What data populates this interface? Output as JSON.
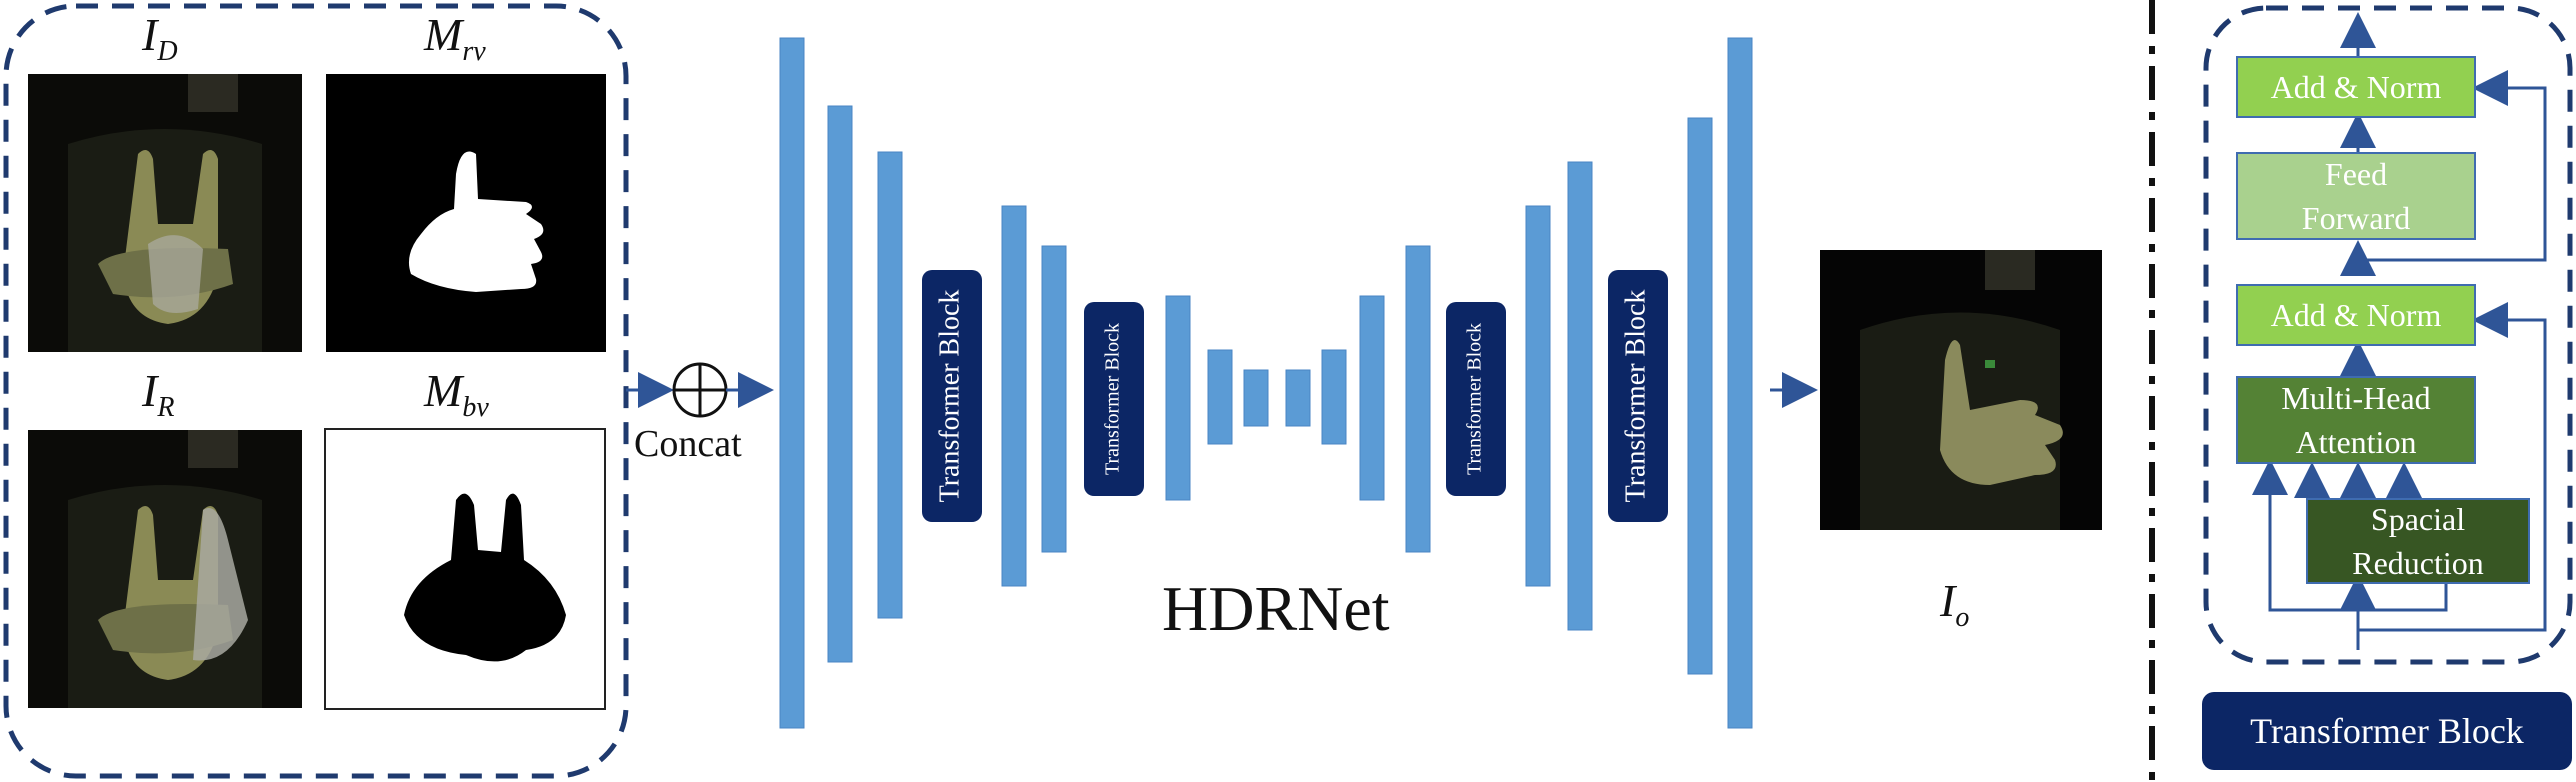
{
  "inputs": {
    "i_d": {
      "symbol": "I",
      "sub": "D"
    },
    "m_rv": {
      "symbol": "M",
      "sub": "rv"
    },
    "i_r": {
      "symbol": "I",
      "sub": "R"
    },
    "m_bv": {
      "symbol": "M",
      "sub": "bv"
    }
  },
  "concat_label": "Concat",
  "network_label": "HDRNet",
  "output": {
    "symbol": "I",
    "sub": "o"
  },
  "transformer_block_label": "Transformer Block",
  "detail": {
    "add_norm_top": "Add & Norm",
    "feed_forward_line1": "Feed",
    "feed_forward_line2": "Forward",
    "add_norm_bottom": "Add & Norm",
    "mha_line1": "Multi-Head",
    "mha_line2": "Attention",
    "sr_line1": "Spacial",
    "sr_line2": "Reduction"
  },
  "legend_label": "Transformer Block",
  "colors": {
    "bar": "#5b9bd5",
    "dashed": "#1f3a6e",
    "block_dark": "#0c2665",
    "add_norm": "#92d050",
    "feed_forward": "#a9d18e",
    "mha": "#548235",
    "sr": "#375623",
    "arrow": "#2f5597"
  }
}
